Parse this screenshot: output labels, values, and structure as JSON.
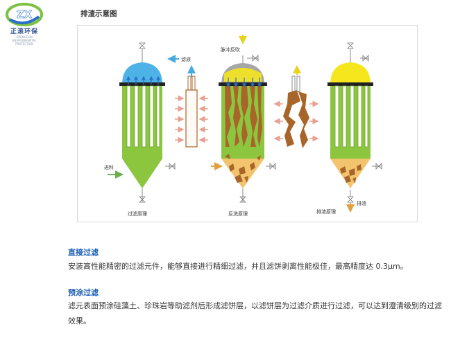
{
  "logo": {
    "mark": "ZX",
    "text": "正滚环保",
    "sub": "ZHENGGUN ENVIRONMENTAL PROTECTION"
  },
  "title": "排渣示意图",
  "diagram": {
    "label_filtrate": "滤液",
    "label_pulse": "脉冲反吹",
    "label_feed": "进料",
    "label_discharge": "排渣",
    "caption_filter": "过滤原理",
    "caption_backwash": "反洗原理",
    "caption_discharge": "排渣原理",
    "colors": {
      "green": "#8cc63f",
      "blue": "#4db3e6",
      "gray": "#a6a6a6",
      "yellow": "#f5e61e",
      "sand": "#f2c46d",
      "cake": "#a8652a"
    }
  },
  "section1": {
    "title": "直接过滤",
    "body": "安装高性能精密的过滤元件，能够直接进行精细过滤，并且滤饼剥离性能极佳，最高精度达 0.3μm。"
  },
  "section2": {
    "title": "预涂过滤",
    "body": "滤元表面预涂硅藻土、珍珠岩等助滤剂后形成滤饼层，以滤饼层为过滤介质进行过滤，可以达到澄清级别的过滤效果。"
  }
}
